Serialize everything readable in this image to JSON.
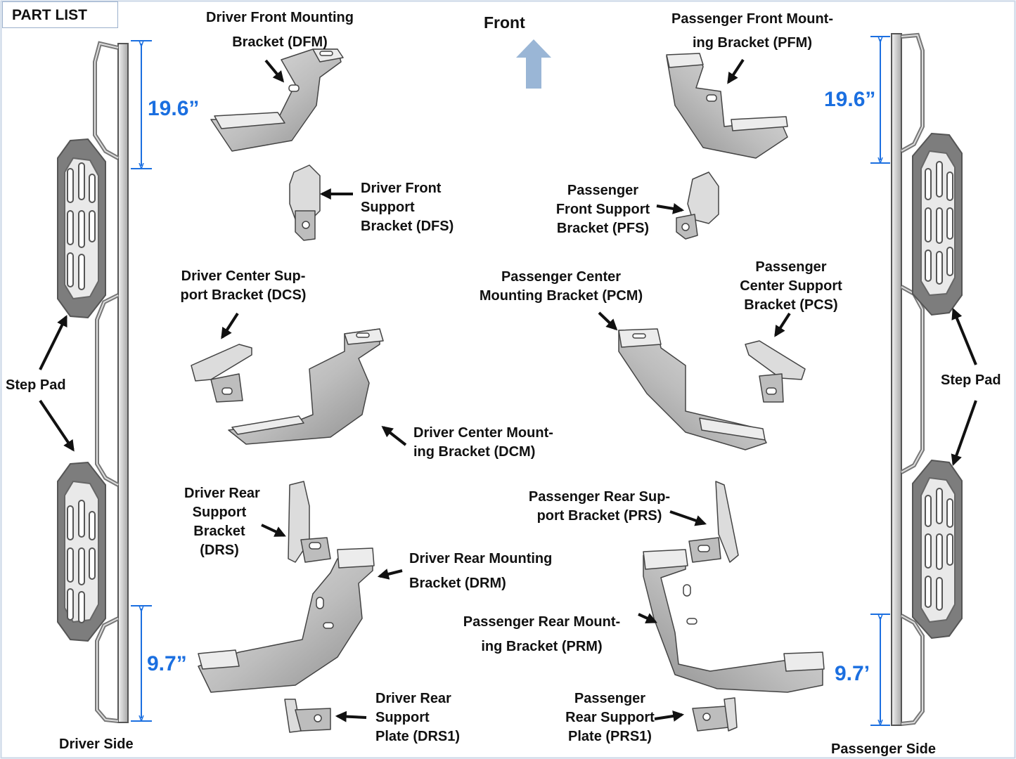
{
  "header": {
    "part_list": "PART LIST",
    "front": "Front"
  },
  "dimensions": {
    "driver_top": "19.6”",
    "driver_bottom": "9.7”",
    "passenger_top": "19.6”",
    "passenger_bottom": "9.7’"
  },
  "sides": {
    "driver": "Driver Side",
    "passenger": "Passenger Side",
    "step_pad": "Step Pad"
  },
  "labels": {
    "dfm": [
      "Driver Front Mounting",
      "Bracket (DFM)"
    ],
    "dfs": [
      "Driver Front",
      "Support",
      "Bracket (DFS)"
    ],
    "dcs": [
      "Driver Center Sup-",
      "port Bracket (DCS)"
    ],
    "dcm": [
      "Driver Center Mount-",
      "ing Bracket (DCM)"
    ],
    "drs": [
      "Driver Rear",
      "Support",
      "Bracket",
      "(DRS)"
    ],
    "drm": [
      "Driver Rear Mounting",
      "Bracket (DRM)"
    ],
    "drs1": [
      "Driver Rear",
      "Support",
      "Plate (DRS1)"
    ],
    "pfm": [
      "Passenger Front Mount-",
      "ing Bracket (PFM)"
    ],
    "pfs": [
      "Passenger",
      "Front Support",
      "Bracket (PFS)"
    ],
    "pcm": [
      "Passenger Center",
      "Mounting Bracket (PCM)"
    ],
    "pcs": [
      "Passenger",
      "Center Support",
      "Bracket (PCS)"
    ],
    "prs": [
      "Passenger Rear Sup-",
      "port Bracket (PRS)"
    ],
    "prm": [
      "Passenger Rear Mount-",
      "ing Bracket (PRM)"
    ],
    "prs1": [
      "Passenger",
      "Rear Support",
      "Plate (PRS1)"
    ]
  },
  "colors": {
    "dimension": "#1b6fe0",
    "front_arrow": "#9ab6d6",
    "frame_border": "#c9d6e6"
  }
}
